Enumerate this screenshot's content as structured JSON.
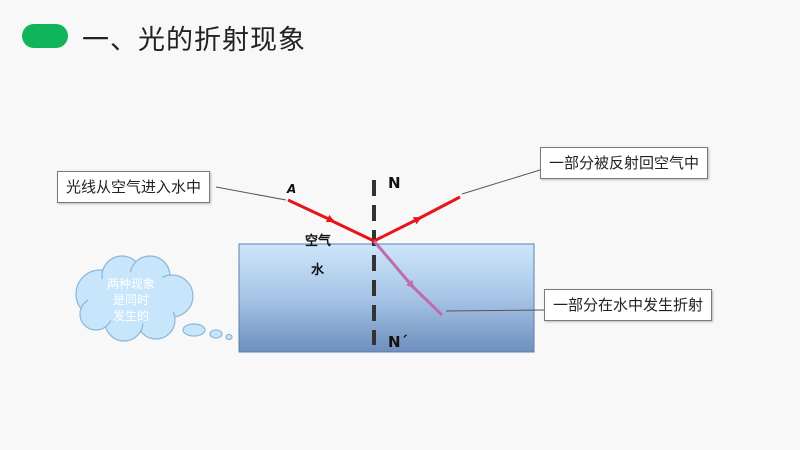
{
  "slide": {
    "title": "一、光的折射现象",
    "accent_color": "#0fb55a"
  },
  "diagram": {
    "label_air": "空气",
    "label_water": "水",
    "label_a": "A",
    "label_n": "N",
    "label_n_prime": "N´",
    "callout_incident": "光线从空气进入水中",
    "callout_reflected": "一部分被反射回空气中",
    "callout_refracted": "一部分在水中发生折射",
    "cloud_line1": "两种现象",
    "cloud_line2": "是同时",
    "cloud_line3": "发生的",
    "colors": {
      "incident_ray": "#e8141b",
      "refracted_ray": "#c06cac",
      "water_top": "#cde6fb",
      "water_bottom": "#6e8fbd",
      "cloud": "#c8e6fb"
    }
  }
}
